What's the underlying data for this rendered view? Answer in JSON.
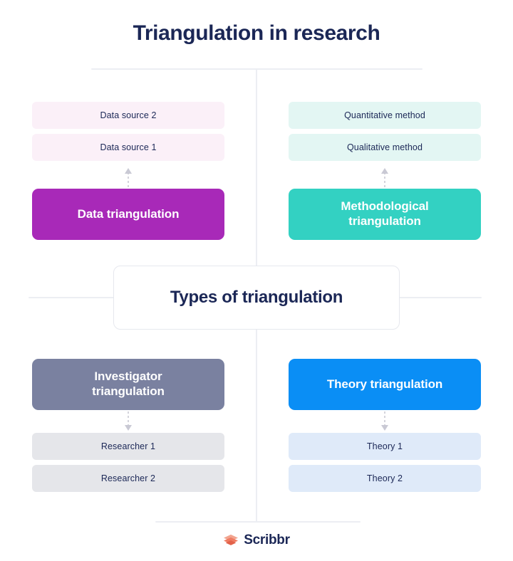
{
  "page": {
    "title": "Triangulation in research",
    "hub_label": "Types of triangulation",
    "background_color": "#ffffff",
    "title_color": "#1b2756",
    "divider_color": "#eceef3"
  },
  "quadrants": [
    {
      "id": "data-triangulation",
      "position": "top-left",
      "category_label": "Data triangulation",
      "category_color": "#a829b8",
      "leaf_color": "#fbf0f8",
      "arrow_direction": "up",
      "arrow_color": "#c9c9d4",
      "leaves": [
        {
          "label": "Data source 2"
        },
        {
          "label": "Data source 1"
        }
      ]
    },
    {
      "id": "methodological-triangulation",
      "position": "top-right",
      "category_label": "Methodological triangulation",
      "category_line1": "Methodological",
      "category_line2": "triangulation",
      "category_color": "#33d1c2",
      "leaf_color": "#e3f6f3",
      "arrow_direction": "up",
      "arrow_color": "#c9c9d4",
      "leaves": [
        {
          "label": "Quantitative method"
        },
        {
          "label": "Qualitative method"
        }
      ]
    },
    {
      "id": "investigator-triangulation",
      "position": "bottom-left",
      "category_label": "Investigator triangulation",
      "category_line1": "Investigator",
      "category_line2": "triangulation",
      "category_color": "#7a81a0",
      "leaf_color": "#e5e6ea",
      "arrow_direction": "down",
      "arrow_color": "#c9c9d4",
      "leaves": [
        {
          "label": "Researcher 1"
        },
        {
          "label": "Researcher 2"
        }
      ]
    },
    {
      "id": "theory-triangulation",
      "position": "bottom-right",
      "category_label": "Theory triangulation",
      "category_color": "#0a8ef5",
      "leaf_color": "#dfeaf9",
      "arrow_direction": "down",
      "arrow_color": "#c9c9d4",
      "leaves": [
        {
          "label": "Theory 1"
        },
        {
          "label": "Theory 2"
        }
      ]
    }
  ],
  "footer": {
    "logo_icon": "graduation-cap-icon",
    "logo_text": "Scribbr",
    "logo_icon_color": "#ef7b62",
    "logo_text_color": "#1b2756"
  }
}
